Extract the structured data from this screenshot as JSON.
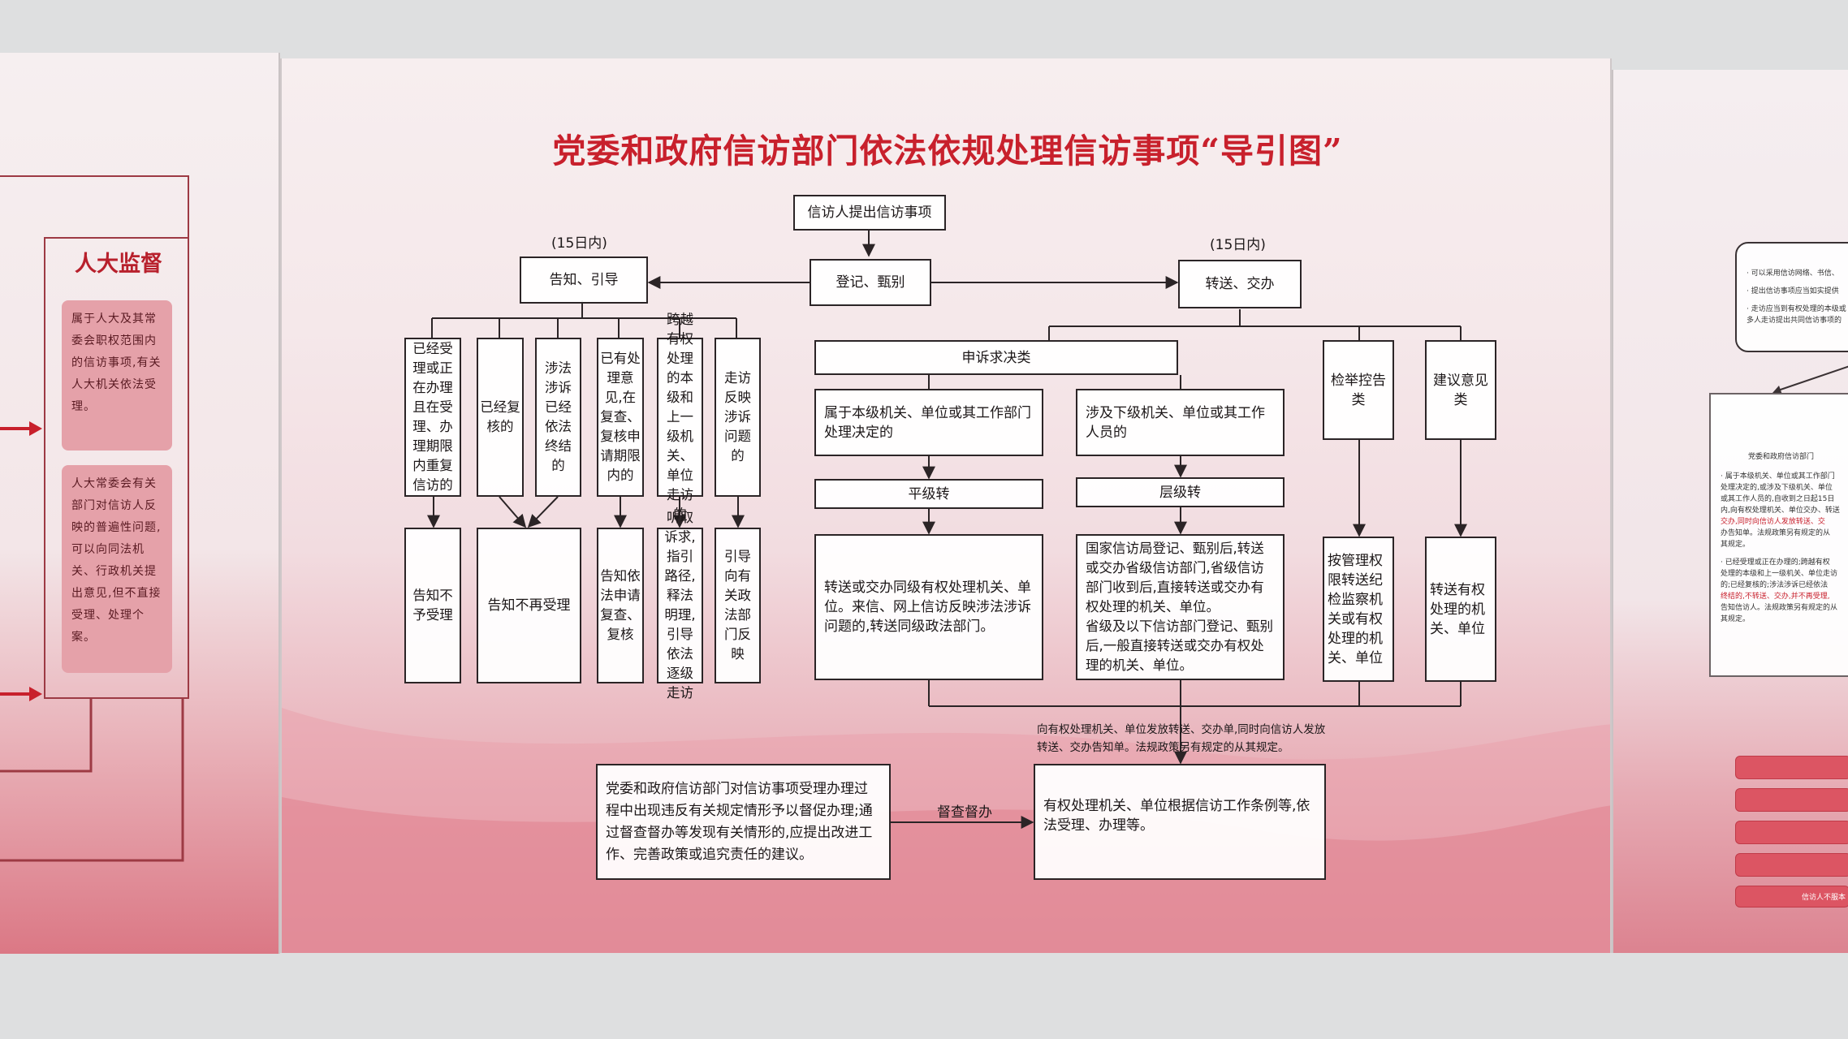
{
  "title": "党委和政府信访部门依法依规处理信访事项“导引图”",
  "top": {
    "submit": "信访人提出信访事项",
    "register": "登记、甄别",
    "notify": "告知、引导",
    "transfer": "转送、交办",
    "days_left": "(15日内)",
    "days_right": "(15日内)"
  },
  "left_branch": {
    "cases": [
      "已经受理或正在办理且在受理、办理期限内重复信访的",
      "已经复核的",
      "涉法涉诉已经依法终结的",
      "已有处理意见,在复查、复核申请期限内的",
      "跨越有权处理的本级和上一级机关、单位走访的",
      "走访反映涉诉问题的"
    ],
    "results": [
      "告知不予受理",
      "告知不再受理",
      "告知依法申请复查、复核",
      "听取诉求,指引路径,释法明理,引导依法逐级走访",
      "引导向有关政法部门反映"
    ]
  },
  "right_branch": {
    "appeal": "申诉求决类",
    "local": "属于本级机关、单位或其工作部门处理决定的",
    "lower": "涉及下级机关、单位或其工作人员的",
    "peer_transfer": "平级转",
    "level_transfer": "层级转",
    "peer_detail": "转送或交办同级有权处理机关、单位。来信、网上信访反映涉法涉诉问题的,转送同级政法部门。",
    "level_detail": "国家信访局登记、甄别后,转送或交办省级信访部门,省级信访部门收到后,直接转送或交办有权处理的机关、单位。\n省级及以下信访部门登记、甄别后,一般直接转送或交办有权处理的机关、单位。",
    "report": "检举控告类",
    "suggest": "建议意见类",
    "report_detail": "按管理权限转送纪检监察机关或有权处理的机关、单位",
    "suggest_detail": "转送有权处理的机关、单位"
  },
  "bottom": {
    "forward_note": "向有权处理机关、单位发放转送、交办单,同时向信访人发放转送、交办告知单。法规政策另有规定的从其规定。",
    "supervise_box": "党委和政府信访部门对信访事项受理办理过程中出现违反有关规定情形予以督促办理;通过督查督办等发现有关情形的,应提出改进工作、完善政策或追究责任的建议。",
    "supervise_label": "督查督办",
    "handle_box": "有权处理机关、单位根据信访工作条例等,依法受理、办理等。"
  },
  "left_panel": {
    "heading": "人大监督",
    "card1": "属于人大及其常委会职权范围内的信访事项,有关人大机关依法受理。",
    "card2": "人大常委会有关部门对信访人反映的普遍性问题,可以向同法机关、行政机关提出意见,但不直接受理、处理个案。"
  },
  "right_panel": {
    "bubble_lines": [
      "· 可以采用信访网络、书信、",
      "· 提出信访事项应当如实提供",
      "· 走访应当到有权处理的本级或",
      "多人走访提出共同信访事项的"
    ],
    "doc_title": "党委和政府信访部门",
    "doc_lines": [
      "· 属于本级机关、单位或其工作部门",
      "处理决定的,或涉及下级机关、单位",
      "或其工作人员的,自收到之日起15日",
      "内,向有权处理机关、单位交办、转送",
      "交办,同时向信访人发放转送、交",
      "办告知单。法规政策另有规定的从",
      "其规定。",
      "· 已经受理或正在办理的;跨越有权",
      "处理的本级和上一级机关、单位走访",
      "的;已经复核的;涉法涉诉已经依法",
      "终结的,不转送、交办,并不再受理,",
      "告知信访人。法规政策另有规定的从",
      "其规定。"
    ],
    "footer": "信访人不服本"
  },
  "colors": {
    "title_red": "#c8202c",
    "line": "#2b2426",
    "pink_card": "#e5a1a9",
    "red_bar": "#dc5563"
  }
}
